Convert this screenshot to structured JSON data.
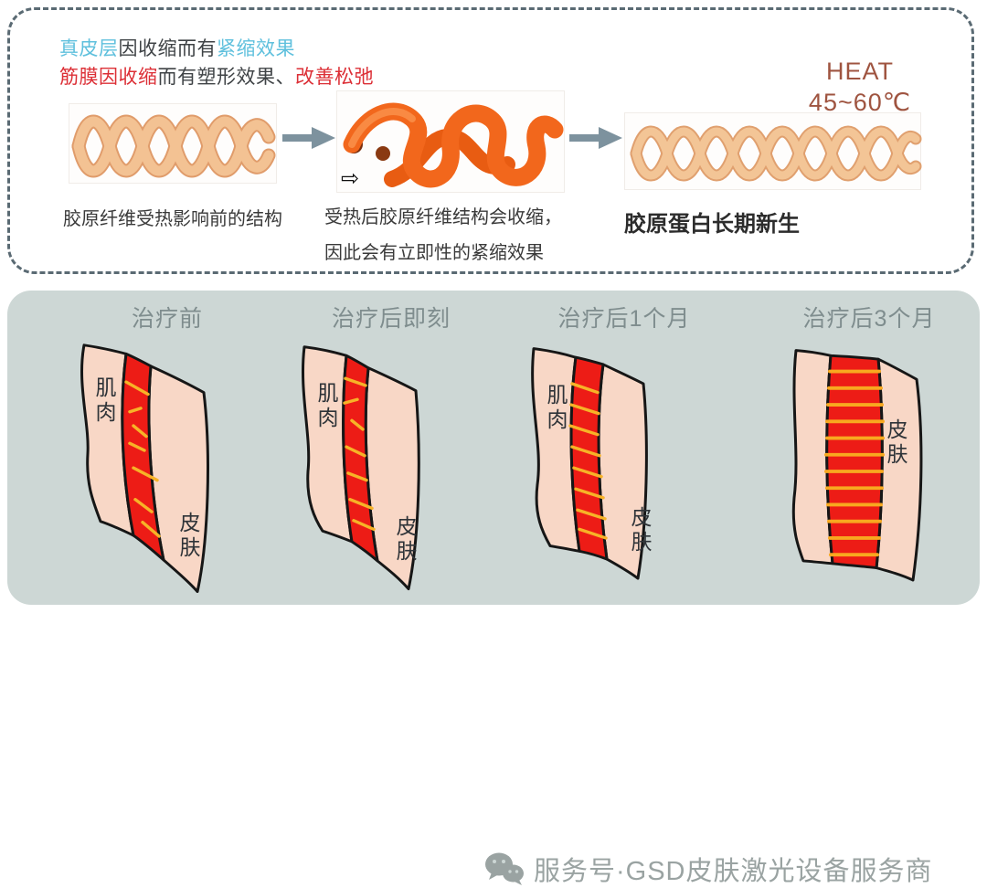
{
  "top_panel": {
    "line1": {
      "highlight1": "真皮层",
      "middle": "因收缩而有",
      "highlight2": "紧缩效果"
    },
    "line2": {
      "highlight1": "筋膜因收缩",
      "middle": "而有塑形效果、",
      "highlight2": "改善松弛"
    },
    "heat": {
      "title": "HEAT",
      "range": "45~60℃"
    },
    "contract_arrow": "⇨",
    "captions": {
      "before": "胶原纤维受热影响前的结构",
      "after_line1": "受热后胶原纤维结构会收缩，",
      "after_line2": "因此会有立即性的紧缩效果",
      "longterm": "胶原蛋白长期新生"
    },
    "images": [
      "relaxed-collagen-fiber",
      "contracted-collagen-fiber",
      "regenerated-collagen-fiber"
    ]
  },
  "bottom_panel": {
    "stages": [
      {
        "label": "治疗前",
        "muscle": "肌肉",
        "skin": "皮肤",
        "fascia_pattern": "loose-scattered"
      },
      {
        "label": "治疗后即刻",
        "muscle": "肌肉",
        "skin": "皮肤",
        "fascia_pattern": "contracting"
      },
      {
        "label": "治疗后1个月",
        "muscle": "肌肉",
        "skin": "皮肤",
        "fascia_pattern": "aligning-diagonal"
      },
      {
        "label": "治疗后3个月",
        "skin": "皮肤",
        "fascia_pattern": "aligned-horizontal"
      }
    ],
    "watermark": {
      "icon": "wechat-icon",
      "text": "服务号·GSD皮肤激光设备服务商"
    }
  },
  "colors": {
    "accent_blue": "#5fc0dd",
    "accent_red": "#dc2f36",
    "heat_text": "#9f5440",
    "dashed_border": "#5a6a73",
    "panel_bg": "#cdd7d5",
    "fascia_red": "#ed1c16",
    "fiber_yellow": "#f7b327",
    "tissue_pink": "#f8d7c6",
    "fiber_tan": "#eeb183",
    "fiber_orange": "#f2671c",
    "arrow_gray": "#7d929e",
    "watermark_gray": "#9aa3a2"
  }
}
